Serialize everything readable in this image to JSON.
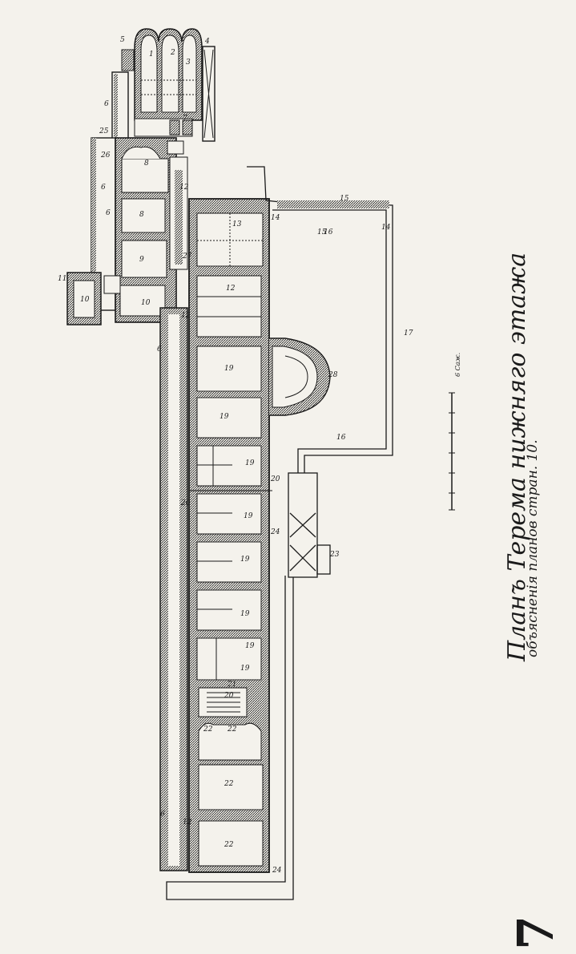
{
  "title": "Планъ Терема нижняго этажа",
  "subtitle": "объясненiя планов стран. 10.",
  "scale_label": "6 Саж.",
  "sheet_number": "7",
  "room_numbers": [
    "1",
    "2",
    "3",
    "4",
    "5",
    "6",
    "6",
    "6",
    "6",
    "6",
    "7",
    "8",
    "8",
    "9",
    "10",
    "10",
    "11",
    "12",
    "12",
    "12",
    "12",
    "13",
    "14",
    "14",
    "15",
    "15",
    "16",
    "16",
    "17",
    "19",
    "19",
    "19",
    "19",
    "19",
    "19",
    "19",
    "19",
    "20",
    "20",
    "20",
    "21",
    "22",
    "22",
    "22",
    "22",
    "23",
    "24",
    "24",
    "25",
    "26",
    "27",
    "28"
  ],
  "colors": {
    "paper": "#f4f2ec",
    "ink": "#1a1a1a"
  }
}
